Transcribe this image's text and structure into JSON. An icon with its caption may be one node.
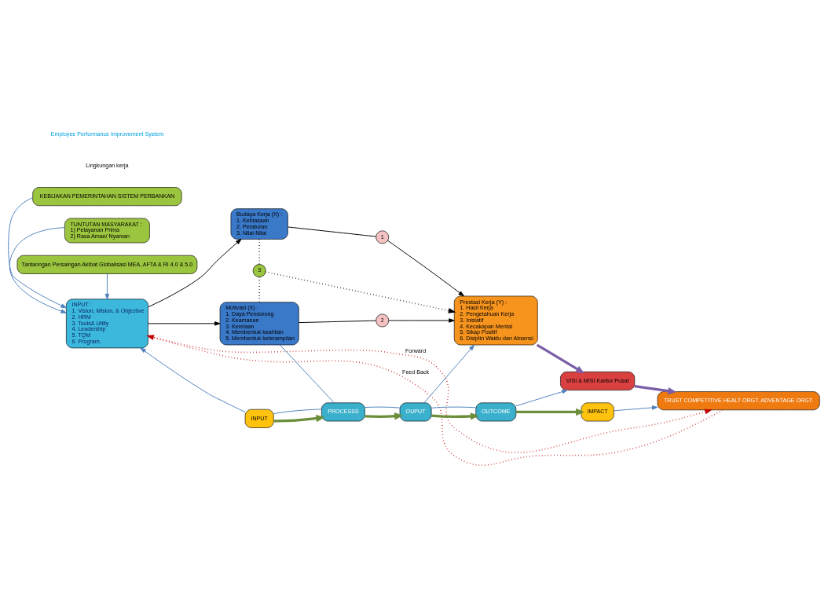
{
  "diagram": {
    "nodes": [
      {
        "text": [
          "TUNTUTAN MASYARAKAT :",
          "1) Pelayanan Prima",
          "2) Rasa Aman/ Nyaman"
        ]
      },
      {
        "text": [
          "Tantanngan Persaingan Akibat Globalisasi MEA, AFTA & RI 4.0 & 5.0"
        ]
      },
      {
        "text": [
          "INPUT :",
          "1. Vision, Mision, & Objective",
          "2. HRM",
          "3. Tools& Utilty",
          "4. Leadership",
          "5. TQM",
          "6. Program."
        ]
      },
      {
        "text": [
          "Budaya Kerja (X) :",
          "1. Kebiasaan",
          "2. Peraturan",
          "3. Nilai-Nilai"
        ]
      },
      {
        "text": [
          "1"
        ]
      },
      {
        "text": [
          "3"
        ]
      },
      {
        "text": [
          "Motivasi (X) :",
          "1. Daya Pendorong",
          "2. Keamanan",
          "3. Kerelaan",
          "4. Membentuk keahlian",
          "5. Membentuk keterampilan"
        ]
      },
      {
        "text": [
          "2"
        ]
      },
      {
        "text": [
          "Prestasi Kerja (Y) :",
          "1. Hasil Kerja",
          "2. Pengetahuan Kerja",
          "3. Inisiatif",
          "4. Kecakapan Mental",
          "5. Sikap Positif",
          "6. Disiplin Waktu dan Absensi"
        ]
      },
      {
        "text": [
          "VISI & MISI Kantor Pusat"
        ]
      },
      {
        "text": [
          "TRUST COMPETITIVE HEALT ORGT. ADVENTAGE ORGT."
        ]
      },
      {
        "text": [
          "INPUT"
        ]
      },
      {
        "text": [
          "PROCESSS"
        ]
      },
      {
        "text": [
          "OUPUT"
        ]
      },
      {
        "text": [
          "OUTCOME"
        ]
      },
      {
        "text": [
          "IMPACT"
        ]
      },
      {
        "text": [
          "KEBIJAKAN PEMERINTAHAN SISTEM PERBANKAN"
        ]
      }
    ],
    "edges": [
      {
        "from": 0,
        "to": 2,
        "arrow": "to"
      },
      {
        "from": 1,
        "to": 2,
        "arrow": "to"
      },
      {
        "from": 2,
        "to": 3,
        "arrow": "to",
        "color": "#000000"
      },
      {
        "from": 2,
        "to": 6,
        "arrow": "to",
        "color": "#000000"
      },
      {
        "from": 3,
        "to": 4,
        "arrow": "none",
        "color": "#000000"
      },
      {
        "from": 4,
        "to": 8,
        "arrow": "to",
        "color": "#000000"
      },
      {
        "from": 3,
        "to": 5,
        "arrow": "none",
        "style": "dashed",
        "color": "#000000"
      },
      {
        "from": 5,
        "to": 6,
        "arrow": "none",
        "style": "dashed",
        "color": "#000000"
      },
      {
        "from": 5,
        "to": 8,
        "arrow": "to",
        "style": "dashed",
        "color": "#000000"
      },
      {
        "from": 6,
        "to": 7,
        "arrow": "none",
        "color": "#000000"
      },
      {
        "from": 7,
        "to": 8,
        "arrow": "to",
        "color": "#000000"
      },
      {
        "from": 8,
        "to": 9,
        "arrow": "to",
        "style": "thick",
        "color": "#7b5ea7"
      },
      {
        "from": 9,
        "to": 10,
        "arrow": "to",
        "style": "thick",
        "color": "#7b5ea7"
      },
      {
        "from": 11,
        "to": 12,
        "arrow": "to",
        "style": "thick",
        "color": "#6b8e3a"
      },
      {
        "from": 12,
        "to": 13,
        "arrow": "to",
        "style": "thick",
        "color": "#6b8e3a"
      },
      {
        "from": 13,
        "to": 14,
        "arrow": "to",
        "style": "thick",
        "color": "#6b8e3a"
      },
      {
        "from": 14,
        "to": 15,
        "arrow": "to",
        "style": "thick",
        "color": "#6b8e3a"
      },
      {
        "from": 11,
        "to": 12,
        "arrow": "none"
      },
      {
        "from": 12,
        "to": 13,
        "arrow": "none"
      },
      {
        "from": 13,
        "to": 14,
        "arrow": "none"
      },
      {
        "from": 11,
        "to": 2,
        "arrow": "to"
      },
      {
        "from": 16,
        "to": 2,
        "arrow": "to"
      },
      {
        "from": 12,
        "to": 6,
        "arrow": "none"
      },
      {
        "from": 13,
        "to": 8,
        "arrow": "to"
      },
      {
        "from": 14,
        "to": 9,
        "arrow": "to"
      },
      {
        "from": 15,
        "to": 10,
        "arrow": "to"
      },
      {
        "from": 2,
        "to": 10,
        "arrow": "to",
        "label": "Forward",
        "style": "dashed",
        "color": "#c00000"
      },
      {
        "from": 10,
        "to": 2,
        "arrow": "to",
        "label": "Feed Back",
        "style": "dashed",
        "color": "#c00000"
      }
    ],
    "labels": [
      "Lingkungan kerja",
      "Employee Performance Improvement System"
    ]
  }
}
